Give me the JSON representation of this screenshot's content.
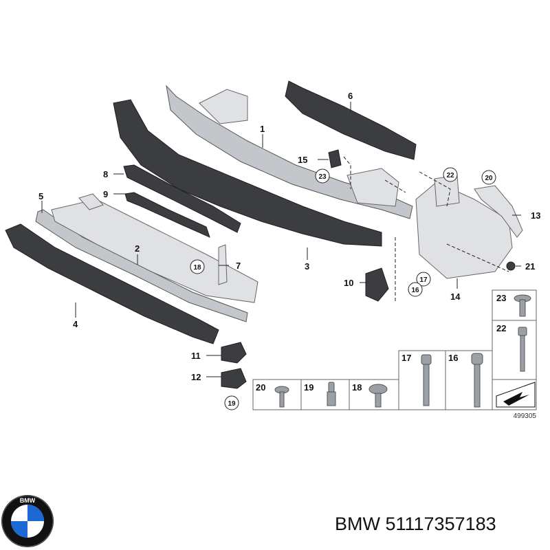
{
  "diagram": {
    "callouts": [
      "1",
      "2",
      "3",
      "4",
      "5",
      "6",
      "7",
      "8",
      "9",
      "10",
      "11",
      "12",
      "13",
      "14",
      "15"
    ],
    "circled_callouts": {
      "c23a": "23",
      "c22": "22",
      "c20": "20",
      "c18": "18",
      "c17": "17",
      "c16": "16",
      "c19": "19",
      "c21": "21"
    },
    "fastener_table": {
      "cells": [
        "23",
        "22",
        "17",
        "16",
        "20",
        "19",
        "18"
      ]
    },
    "reference_number": "499305"
  },
  "branding": {
    "logo_letters": "BMW",
    "part_label": "BMW 51117357183"
  },
  "colors": {
    "dark_part": "#3b3d40",
    "grey_part": "#c3c6ca",
    "logo_blue": "#1c69d4"
  }
}
